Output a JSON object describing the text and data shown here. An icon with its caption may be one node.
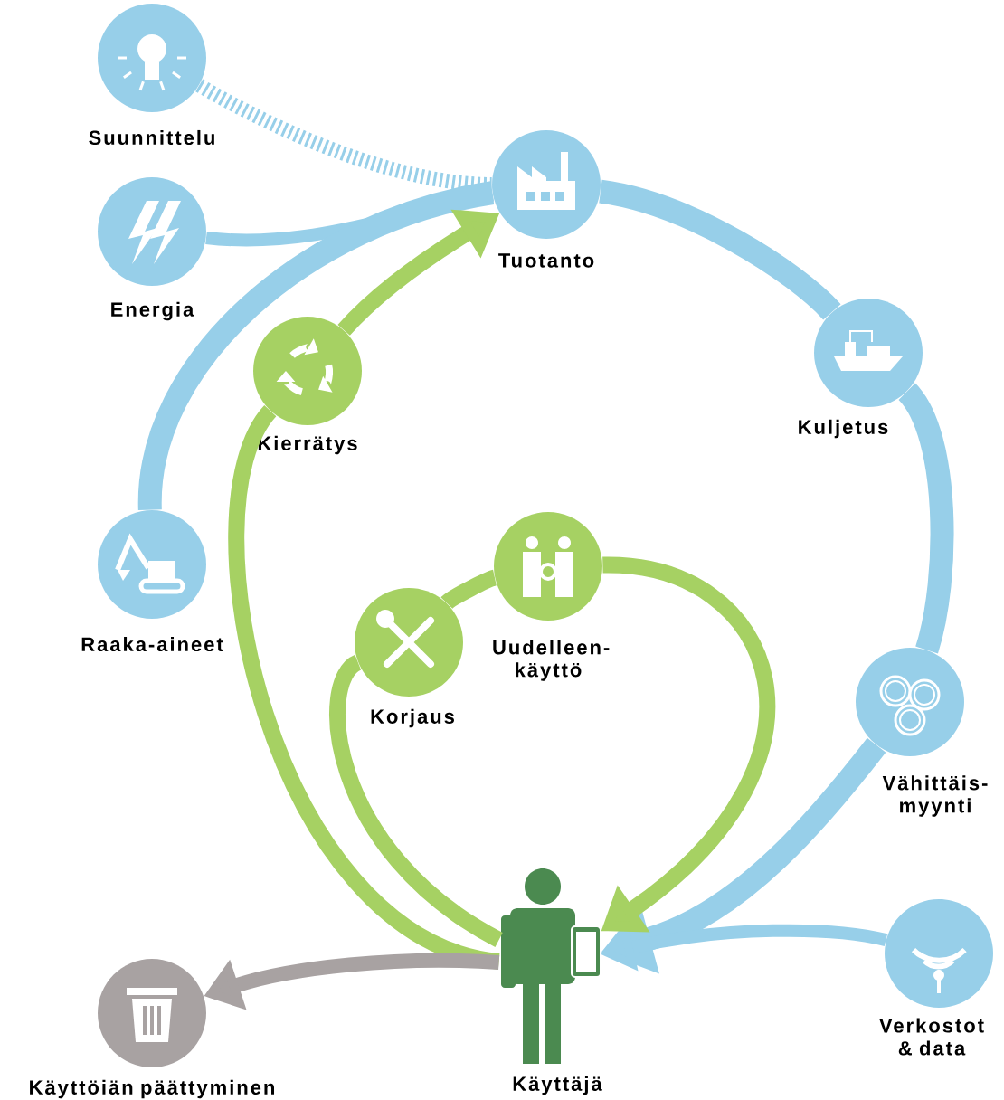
{
  "diagram": {
    "nodes": [
      {
        "text": [
          "Suunnittelu"
        ]
      },
      {
        "text": [
          "Energia"
        ]
      },
      {
        "text": [
          "Tuotanto"
        ]
      },
      {
        "text": [
          "Kierrätys"
        ]
      },
      {
        "text": [
          "Kuljetus"
        ]
      },
      {
        "text": [
          "Raaka-aineet"
        ]
      },
      {
        "text": [
          "Uudelleen-käyttö"
        ]
      },
      {
        "text": [
          "Korjaus"
        ]
      },
      {
        "text": [
          "Vähittäis-myynti"
        ]
      },
      {
        "text": [
          "Käyttäjä"
        ]
      },
      {
        "text": [
          "Käyttöiän päättyminen"
        ]
      },
      {
        "text": [
          "Verkostot & data"
        ]
      }
    ],
    "edges": [
      {
        "from": 0,
        "to": 2,
        "arrow": "none",
        "style": "dashed"
      },
      {
        "from": 1,
        "to": 2,
        "arrow": "none"
      },
      {
        "from": 5,
        "to": 2,
        "arrow": "none"
      },
      {
        "from": 2,
        "to": 4,
        "arrow": "none"
      },
      {
        "from": 4,
        "to": 8,
        "arrow": "none"
      },
      {
        "from": 8,
        "to": 9,
        "arrow": "to"
      },
      {
        "from": 11,
        "to": 9,
        "arrow": "to"
      },
      {
        "from": 9,
        "to": 3,
        "arrow": "none",
        "color": "#a6d163"
      },
      {
        "from": 3,
        "to": 2,
        "arrow": "to",
        "color": "#a6d163"
      },
      {
        "from": 9,
        "to": 7,
        "arrow": "none",
        "color": "#a6d163"
      },
      {
        "from": 7,
        "to": 6,
        "arrow": "none",
        "color": "#a6d163"
      },
      {
        "from": 6,
        "to": 9,
        "arrow": "to",
        "color": "#a6d163"
      },
      {
        "from": 9,
        "to": 10,
        "arrow": "to",
        "color": "#a8a2a2"
      }
    ]
  }
}
